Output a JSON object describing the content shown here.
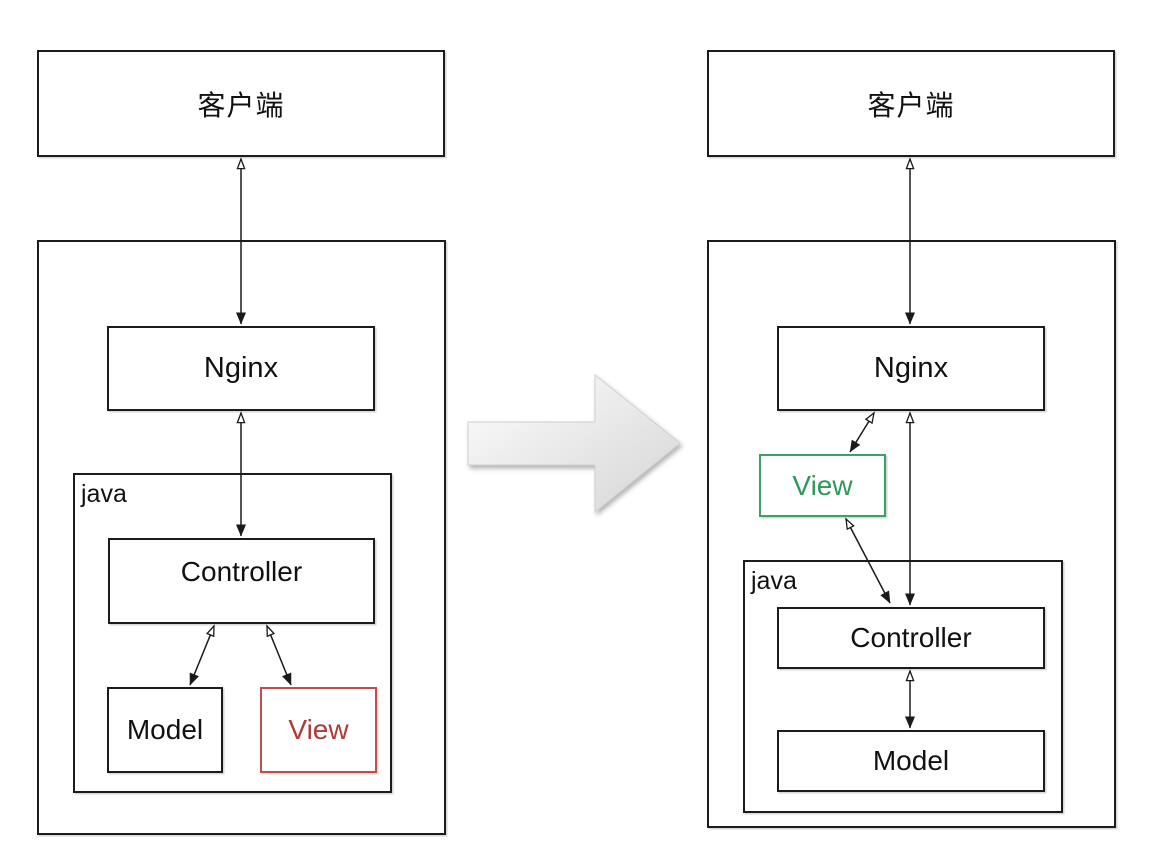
{
  "left_diagram": {
    "client_label": "客户端",
    "nginx_label": "Nginx",
    "group_label": "java",
    "controller_label": "Controller",
    "model_label": "Model",
    "view_label": "View",
    "view_color": "#b03a36"
  },
  "right_diagram": {
    "client_label": "客户端",
    "nginx_label": "Nginx",
    "group_label": "java",
    "controller_label": "Controller",
    "model_label": "Model",
    "view_label": "View",
    "view_color": "#2e9958"
  },
  "transition": {
    "icon": "big-right-arrow-icon",
    "fill_start": "#fcfcfc",
    "fill_end": "#d5d5d5"
  },
  "line_color": "#1a1a1a"
}
